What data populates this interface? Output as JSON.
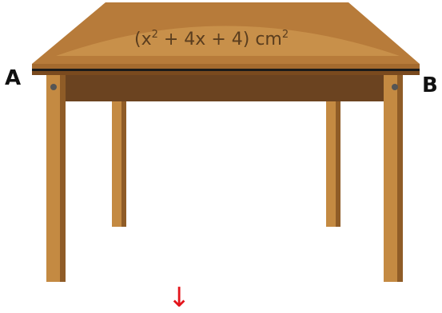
{
  "diagram": {
    "area_expression": {
      "open": "(x",
      "exp1": "2",
      "middle": " + 4x + 4) cm",
      "exp2": "2"
    },
    "corner_left": "A",
    "corner_right": "B",
    "arrow_glyph": "↓",
    "colors": {
      "tabletop": "#b77b3a",
      "tabletop_highlight": "#c8904a",
      "edge": "#7a4a1e",
      "stripe": "#1a1a1a",
      "apron": "#6b4320",
      "leg": "#c48a42",
      "leg_shadow": "#8f5c27",
      "arrow": "#e3151c"
    }
  }
}
